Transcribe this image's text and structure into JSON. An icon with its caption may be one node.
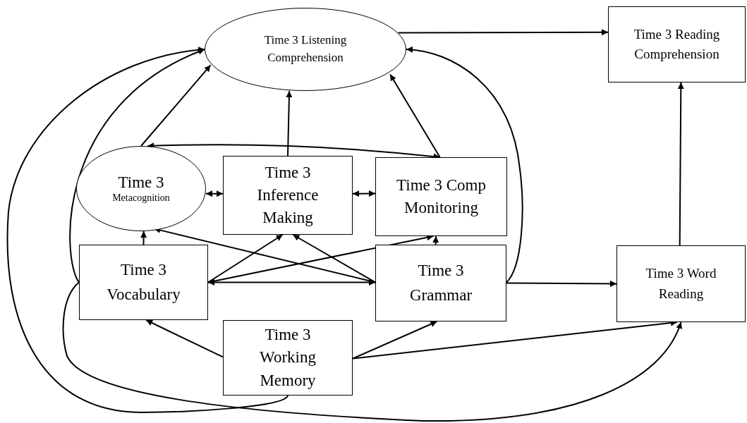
{
  "diagram": {
    "nodes": [
      {
        "text": [
          "Time 3 Listening Comprehension"
        ]
      },
      {
        "text": [
          "Time 3 Reading Comprehension"
        ]
      },
      {
        "text": [
          "Time 3",
          "Metacognition"
        ]
      },
      {
        "text": [
          "Time 3 Inference Making"
        ]
      },
      {
        "text": [
          "Time 3 Comp Monitoring"
        ]
      },
      {
        "text": [
          "Time 3 Vocabulary"
        ]
      },
      {
        "text": [
          "Time 3 Grammar"
        ]
      },
      {
        "text": [
          "Time 3 Word Reading"
        ]
      },
      {
        "text": [
          "Time 3 Working Memory"
        ]
      }
    ],
    "edges": [
      {
        "from": 0,
        "to": 1,
        "arrow": "to"
      },
      {
        "from": 7,
        "to": 1,
        "arrow": "to"
      },
      {
        "from": 6,
        "to": 7,
        "arrow": "to"
      },
      {
        "from": 8,
        "to": 7,
        "arrow": "to"
      },
      {
        "from": 8,
        "to": 5,
        "arrow": "to"
      },
      {
        "from": 8,
        "to": 6,
        "arrow": "to"
      },
      {
        "from": 2,
        "to": 0,
        "arrow": "to"
      },
      {
        "from": 3,
        "to": 0,
        "arrow": "to"
      },
      {
        "from": 4,
        "to": 0,
        "arrow": "to"
      },
      {
        "from": 2,
        "to": 3,
        "arrow": "both"
      },
      {
        "from": 3,
        "to": 4,
        "arrow": "both"
      },
      {
        "from": 2,
        "to": 4,
        "arrow": "both"
      },
      {
        "from": 5,
        "to": 6,
        "arrow": "both"
      },
      {
        "from": 5,
        "to": 3,
        "arrow": "to"
      },
      {
        "from": 6,
        "to": 3,
        "arrow": "to"
      },
      {
        "from": 5,
        "to": 2,
        "arrow": "to"
      },
      {
        "from": 6,
        "to": 2,
        "arrow": "to"
      },
      {
        "from": 6,
        "to": 4,
        "arrow": "to"
      },
      {
        "from": 5,
        "to": 4,
        "arrow": "to"
      },
      {
        "from": 5,
        "to": 0,
        "arrow": "to"
      },
      {
        "from": 8,
        "to": 0,
        "arrow": "to"
      },
      {
        "from": 5,
        "to": 7,
        "arrow": "to"
      },
      {
        "from": 6,
        "to": 0,
        "arrow": "to"
      }
    ]
  }
}
